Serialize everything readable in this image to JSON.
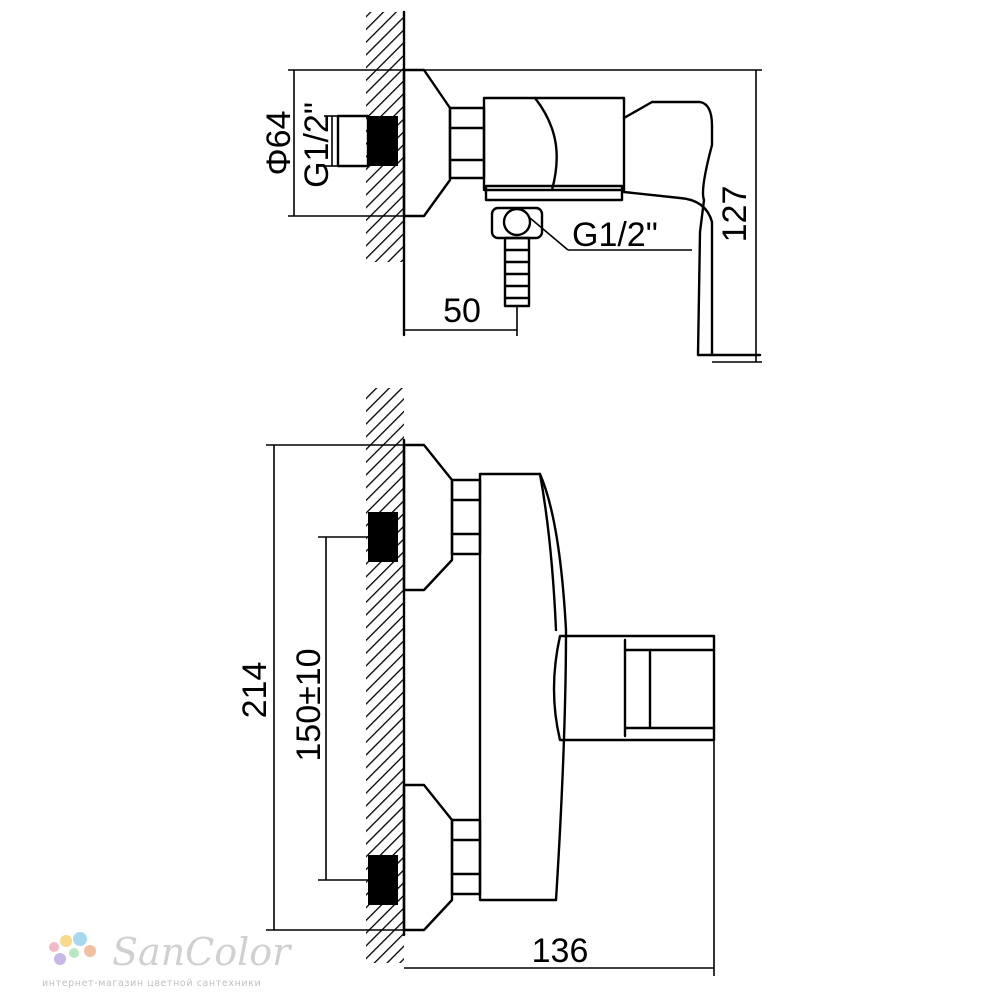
{
  "dimensions": {
    "diameter": "Φ64",
    "wall_thread": "G1/2\"",
    "outlet_thread": "G1/2\"",
    "outlet_offset": "50",
    "lever_height": "127",
    "total_width": "214",
    "inlet_spacing": "150±10",
    "projection": "136"
  },
  "watermark": {
    "brand": "SanColor",
    "tagline": "интернет-магазин цветной сантехники",
    "dot_colors": [
      "#f5b8c8",
      "#f8d98a",
      "#a8d8f0",
      "#c8b8e8",
      "#b8e8c0",
      "#f0c0a0"
    ]
  }
}
